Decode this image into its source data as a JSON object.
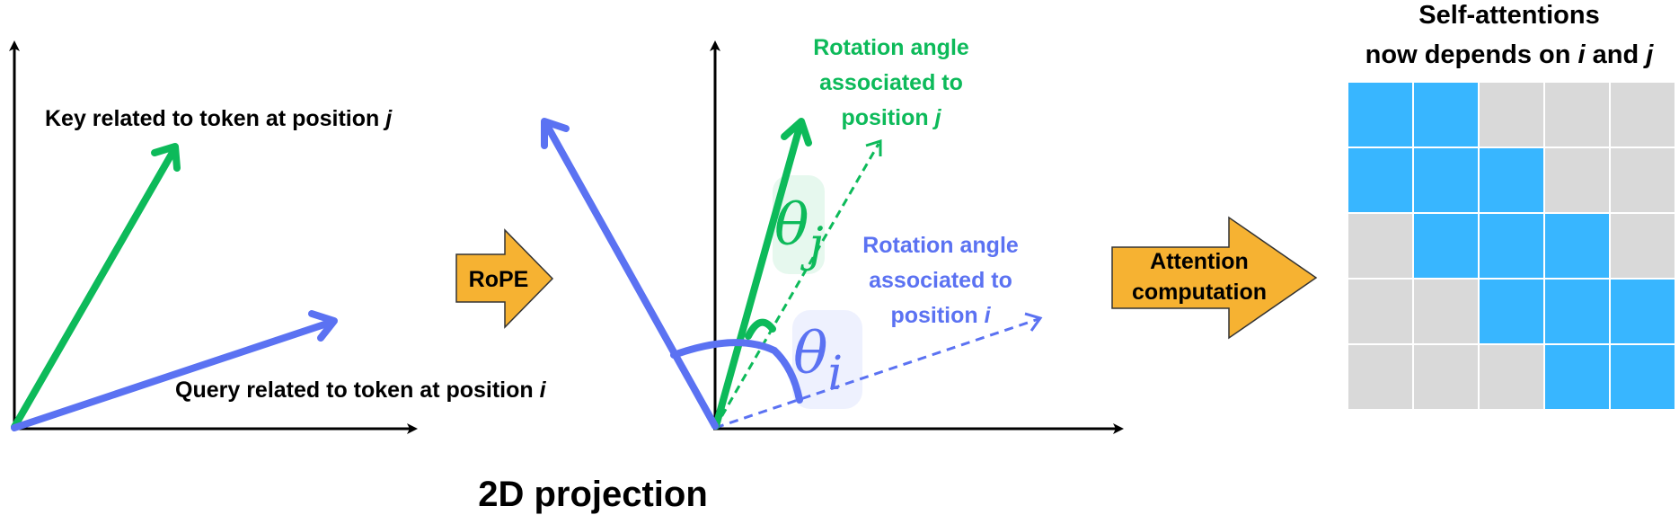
{
  "left_panel": {
    "key_label": "Key related to token at position",
    "key_var": "j",
    "query_label": "Query related to token at position",
    "query_var": "i"
  },
  "rope_arrow": {
    "label": "RoPE"
  },
  "middle_panel": {
    "green_caption_lines": [
      "Rotation angle",
      "associated to",
      "position"
    ],
    "green_var": "j",
    "blue_caption_lines": [
      "Rotation angle",
      "associated to",
      "position"
    ],
    "blue_var": "i",
    "theta_symbol": "θ",
    "theta_j_sub": "j",
    "theta_i_sub": "i"
  },
  "footer": {
    "title": "2D projection"
  },
  "attention_arrow": {
    "label_lines": [
      "Attention",
      "computation"
    ]
  },
  "matrix": {
    "title_line1": "Self-attentions",
    "title_line2_prefix": "now depends on",
    "title_var_i": "i",
    "title_and": "and",
    "title_var_j": "j",
    "rows": 5,
    "cols": 5,
    "active": [
      [
        1,
        1,
        0,
        0,
        0
      ],
      [
        1,
        1,
        1,
        0,
        0
      ],
      [
        0,
        1,
        1,
        1,
        0
      ],
      [
        0,
        0,
        1,
        1,
        1
      ],
      [
        0,
        0,
        0,
        1,
        1
      ]
    ]
  },
  "colors": {
    "green": "#0dba5a",
    "blue": "#5b72f2",
    "orange": "#f6b232",
    "cell_active": "#38b6ff",
    "cell_inactive": "#d9d9d9",
    "axis": "#000000"
  }
}
